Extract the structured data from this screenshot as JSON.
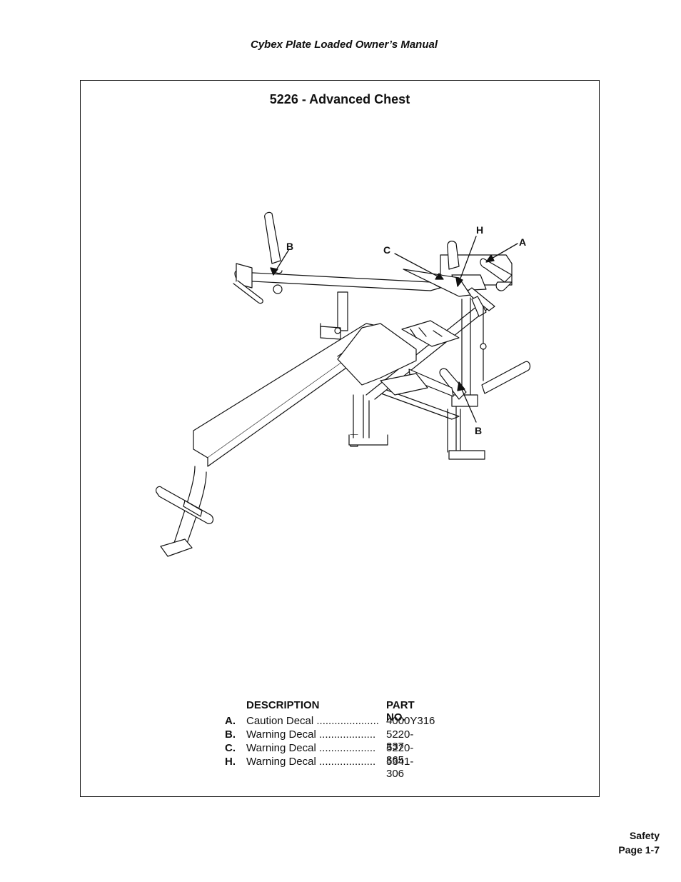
{
  "header": {
    "manual_title": "Cybex Plate Loaded Owner’s Manual"
  },
  "figure": {
    "title": "5226 - Advanced Chest",
    "callouts": {
      "B_left": "B",
      "C": "C",
      "H": "H",
      "A": "A",
      "B_right": "B"
    }
  },
  "parts_table": {
    "headers": {
      "description": "DESCRIPTION",
      "part_no": "PART NO."
    },
    "rows": [
      {
        "letter": "A.",
        "description": "Caution Decal .....................",
        "part_no": "4000Y316"
      },
      {
        "letter": "B.",
        "description": "Warning Decal ...................",
        "part_no": "5220-337"
      },
      {
        "letter": "C.",
        "description": "Warning Decal ...................",
        "part_no": "5220-365"
      },
      {
        "letter": "H.",
        "description": "Warning Decal ...................",
        "part_no": "5341-306"
      }
    ]
  },
  "footer": {
    "section": "Safety",
    "page": "Page 1-7"
  }
}
